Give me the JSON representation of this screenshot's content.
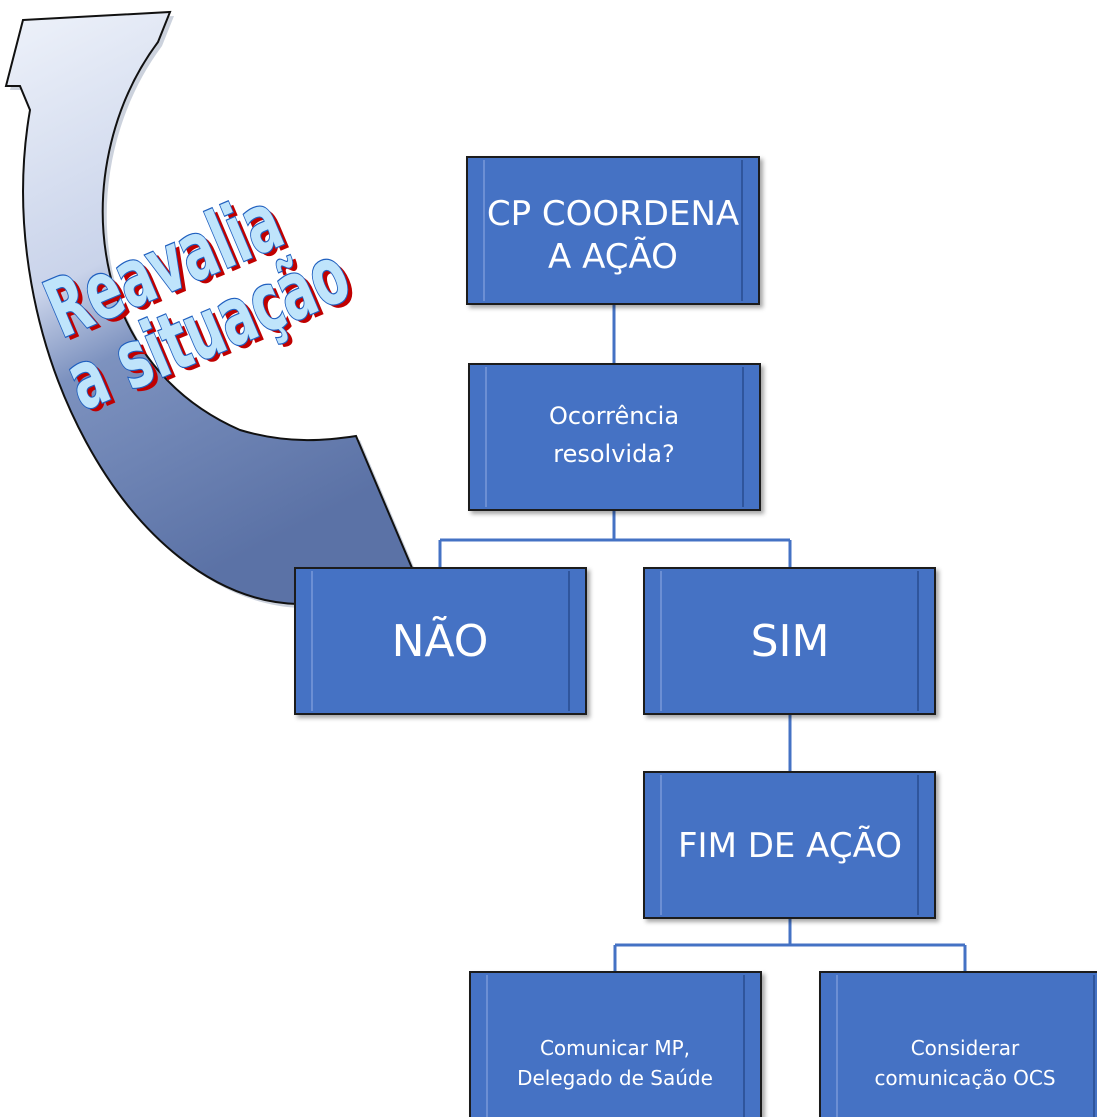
{
  "colors": {
    "box_fill": "#4472c4",
    "box_border": "#1a1a1a",
    "connector": "#4472c4",
    "wordart_fill": "#bfe4fb",
    "wordart_outline": "#1f5fbf",
    "wordart_shadow": "#c00000",
    "arrow_light": "#dde4f2",
    "arrow_dark": "#5b72a6"
  },
  "flowchart": {
    "start": {
      "label_line1": "CP COORDENA",
      "label_line2": "A AÇÃO"
    },
    "question": {
      "label_line1": "Ocorrência",
      "label_line2": "resolvida?"
    },
    "no": {
      "label": "NÃO"
    },
    "yes": {
      "label": "SIM"
    },
    "end": {
      "label": "FIM DE AÇÃO"
    },
    "action_notify": {
      "label_line1": "Comunicar MP,",
      "label_line2": "Delegado de Saúde"
    },
    "action_media": {
      "label_line1": "Considerar",
      "label_line2": "comunicação OCS"
    }
  },
  "loop_arrow": {
    "label_line1": "Reavalia",
    "label_line2": "a situação"
  }
}
